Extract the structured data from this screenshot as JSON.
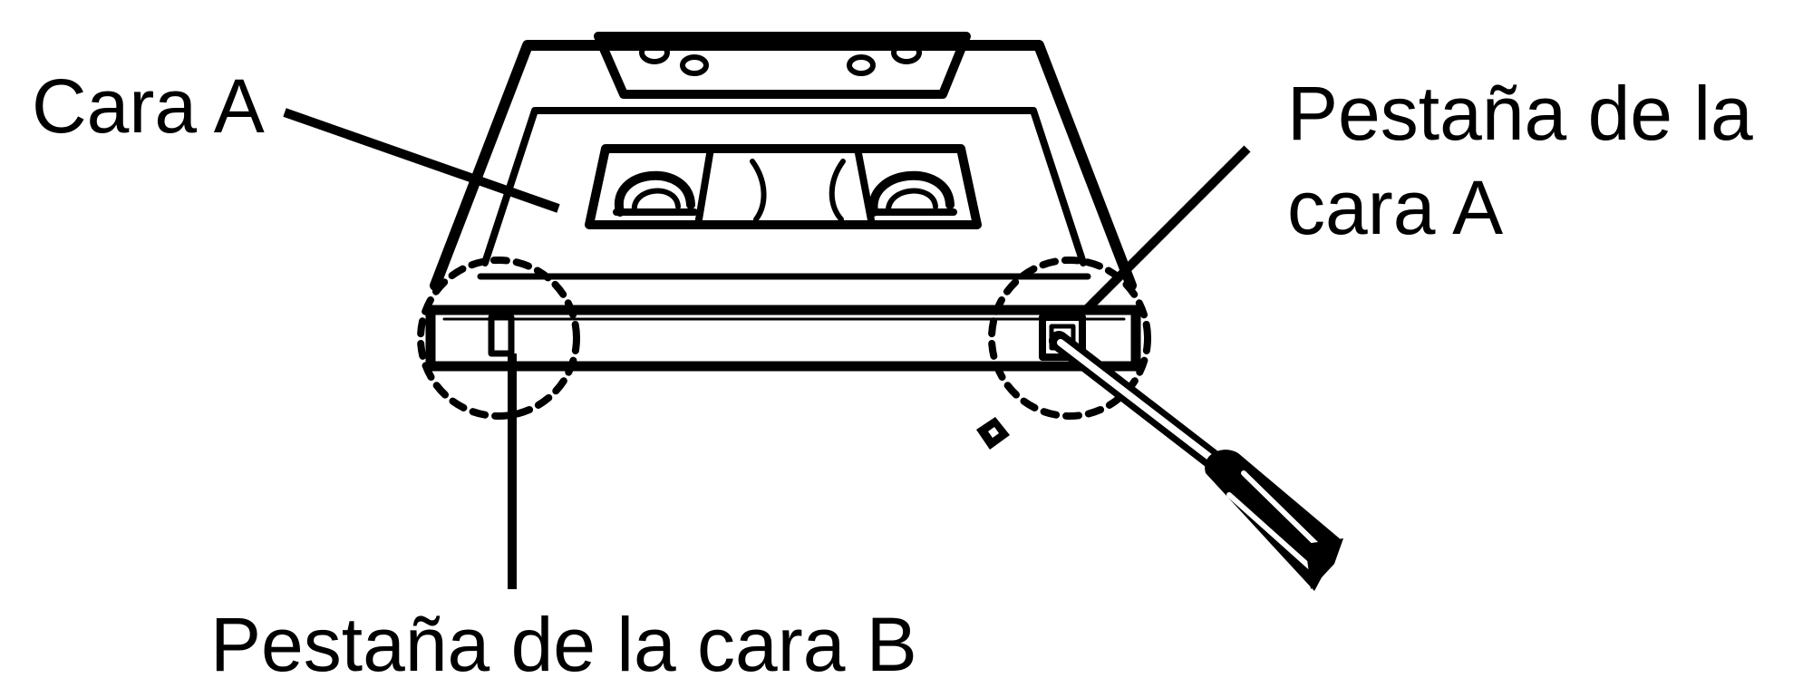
{
  "labels": {
    "side_a": "Cara A",
    "tab_a_line1": "Pestaña de la",
    "tab_a_line2": "cara A",
    "tab_b": "Pestaña de la cara B"
  },
  "colors": {
    "ink": "#000000",
    "background": "#ffffff"
  }
}
